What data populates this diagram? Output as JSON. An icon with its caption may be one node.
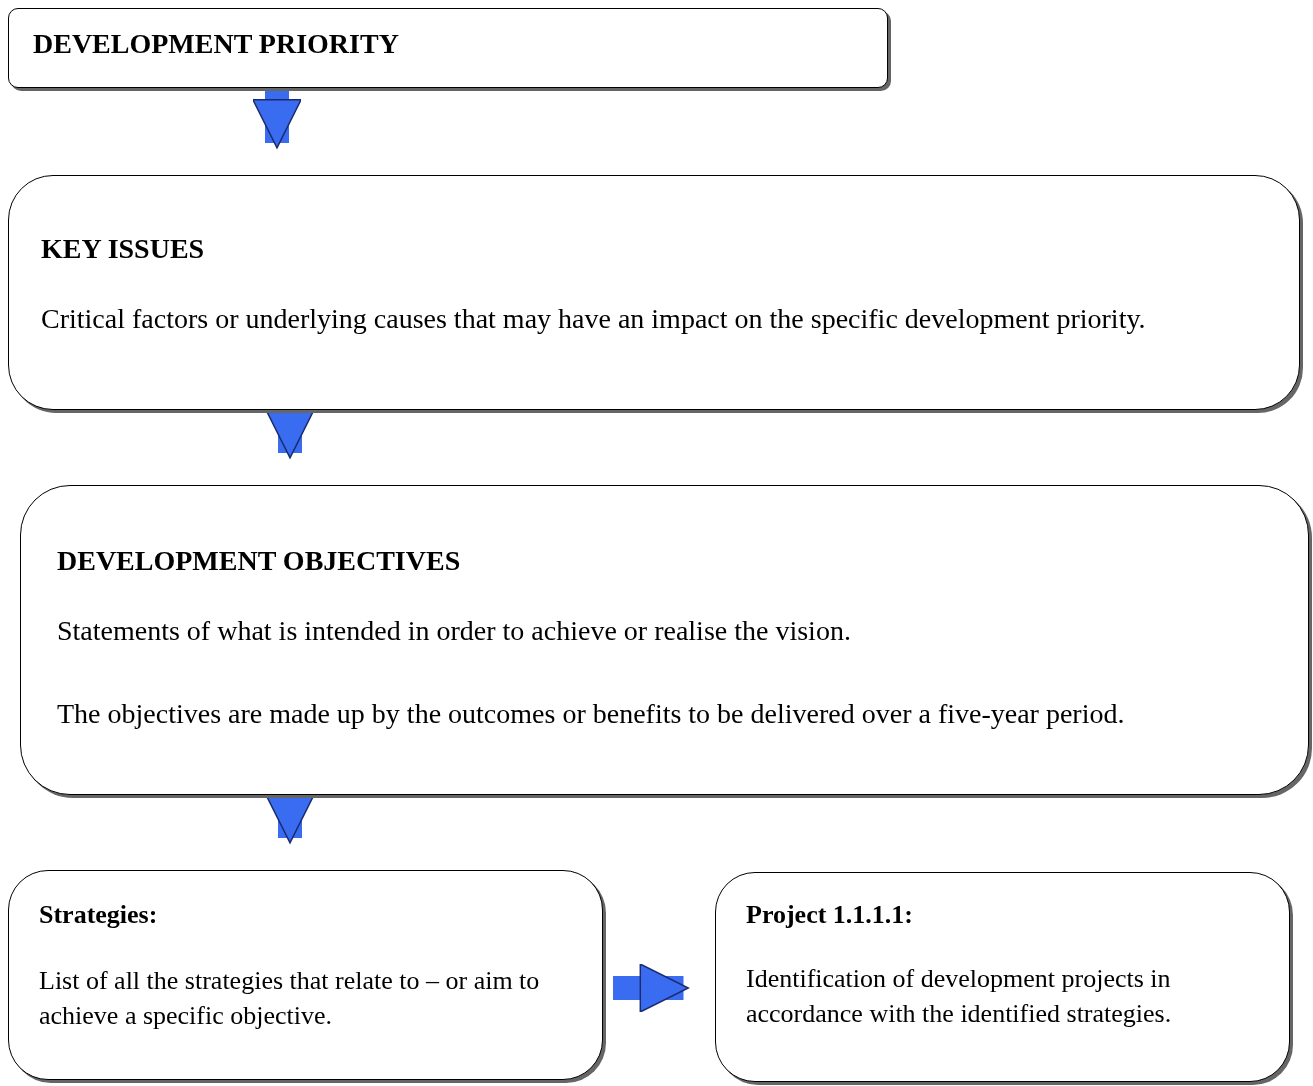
{
  "diagram": {
    "nodes": [
      {
        "text": [
          "DEVELOPMENT PRIORITY"
        ]
      },
      {
        "text": [
          "KEY ISSUES",
          "Critical factors or underlying causes that may have an impact on the specific development priority."
        ]
      },
      {
        "text": [
          "DEVELOPMENT OBJECTIVES",
          "Statements of what is intended in order to achieve or realise the vision.",
          "The objectives are made up by the outcomes or benefits to be delivered over a five-year period."
        ]
      },
      {
        "text": [
          "Strategies:",
          "List of all the strategies that relate to – or aim to achieve a specific objective."
        ]
      },
      {
        "text": [
          "Project 1.1.1.1:",
          "Identification of development projects in accordance with the identified strategies."
        ]
      }
    ],
    "edges": [
      {
        "from": 0,
        "to": 1,
        "arrow": "to"
      },
      {
        "from": 1,
        "to": 2,
        "arrow": "to"
      },
      {
        "from": 2,
        "to": 3,
        "arrow": "to"
      },
      {
        "from": 3,
        "to": 4,
        "arrow": "to"
      }
    ]
  }
}
